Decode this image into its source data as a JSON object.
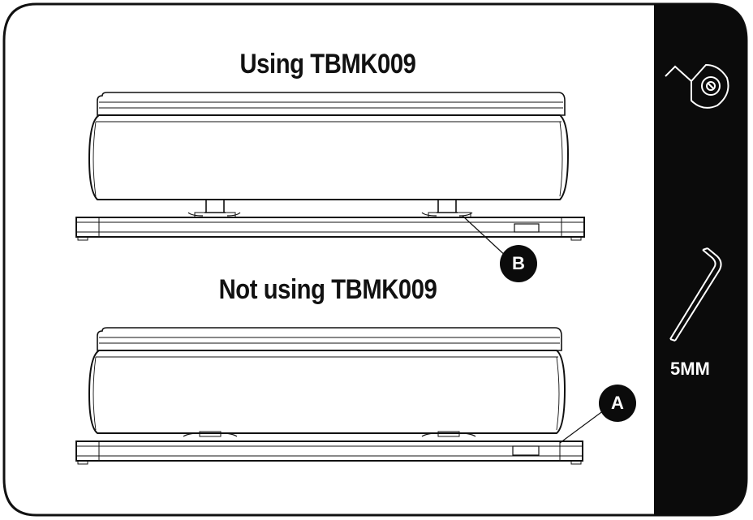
{
  "headings": {
    "top": "Using TBMK009",
    "bottom": "Not using TBMK009"
  },
  "callouts": {
    "b": "B",
    "a": "A"
  },
  "sidebar": {
    "tape_measure": "tape-measure-icon",
    "hex_key": "hex-key-icon",
    "hex_key_label": "5MM"
  },
  "colors": {
    "line": "#111111",
    "sidebar": "#0b0b0b",
    "background": "#ffffff"
  }
}
